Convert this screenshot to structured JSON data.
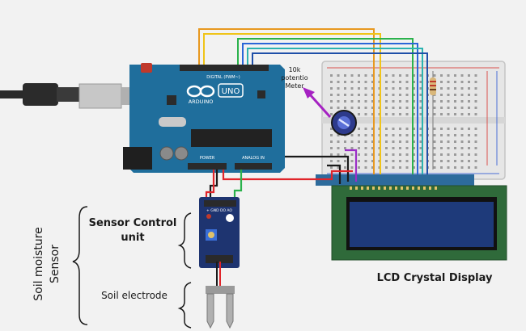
{
  "arduino": {
    "logo_text": "ARDUINO",
    "model": "UNO",
    "digital_header": "DIGITAL (PWM~)",
    "power_header": "POWER",
    "analog_header": "ANALOG IN"
  },
  "potentiometer": {
    "label_line1": "10k",
    "label_line2": "potentio",
    "label_line3": "Meter"
  },
  "sensor": {
    "side_label_line1": "Soil moisture",
    "side_label_line2": "Sensor",
    "control_unit_line1": "Sensor Control",
    "control_unit_line2": "unit",
    "electrode_label": "Soil electrode",
    "module_pins": "+ GND DO AO"
  },
  "lcd": {
    "caption": "LCD Crystal Display"
  },
  "colors": {
    "arduino_blue": "#1f6e9c",
    "lcd_bezel": "#2f6a3a",
    "lcd_screen": "#1e3a7a",
    "wire_red": "#e0242a",
    "wire_green": "#2bb24c",
    "wire_black": "#1a1a1a",
    "wire_orange": "#e8981f",
    "wire_purple": "#9b2ec7",
    "wire_blue": "#2a66d8",
    "wire_teal": "#2bb3b0"
  }
}
